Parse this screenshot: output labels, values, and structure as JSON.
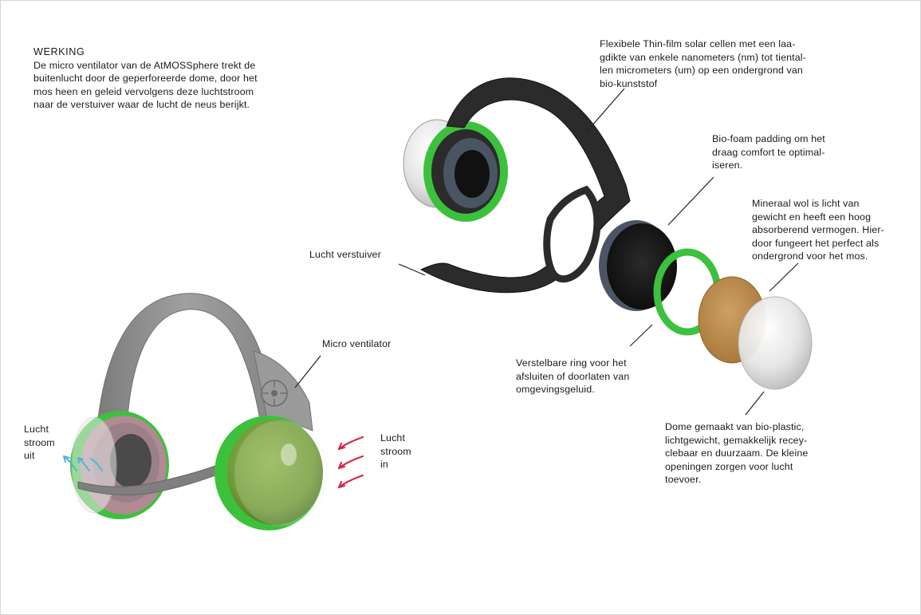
{
  "werking": {
    "title": "WERKING",
    "lines": [
      "De micro ventilator van de AtMOSSphere trekt de",
      "buitenlucht door de geperforeerde dome, door het",
      "mos heen en geleid vervolgens deze luchtstroom",
      "naar de verstuiver waar de lucht de neus berijkt."
    ]
  },
  "labels": {
    "solar": [
      "Flexibele Thin-film solar cellen met een laa-",
      "gdikte van enkele nanometers (nm) tot tiental-",
      "len micrometers (um) op een ondergrond van",
      "bio-kunststof"
    ],
    "foam": [
      "Bio-foam padding om het",
      "draag comfort te optimal-",
      "iseren."
    ],
    "wool": [
      "Mineraal wol is licht van",
      "gewicht en heeft een hoog",
      "absorberend vermogen. Hier-",
      "door fungeert het perfect als",
      "ondergrond voor het mos."
    ],
    "verstuiver": "Lucht verstuiver",
    "ring": [
      "Verstelbare ring voor het",
      "afsluiten of doorlaten van",
      "omgevingsgeluid."
    ],
    "dome": [
      "Dome gemaakt van bio-plastic,",
      "lichtgewicht, gemakkelijk recey-",
      "clebaar en duurzaam. De kleine",
      "openingen zorgen voor lucht",
      "toevoer."
    ],
    "ventilator": "Micro ventilator",
    "out": [
      "Lucht",
      "stroom",
      "uit"
    ],
    "in": [
      "Lucht",
      "stroom",
      "in"
    ]
  },
  "colors": {
    "ring_green": "#3cc13c",
    "frame_black": "#2b2b2b",
    "headband_gray": "#8e8e8e",
    "moss_green": "#6f9a35",
    "wool_brown": "#b88a4e",
    "arrow_in": "#d62a4a",
    "arrow_out": "#4fb6d6"
  }
}
